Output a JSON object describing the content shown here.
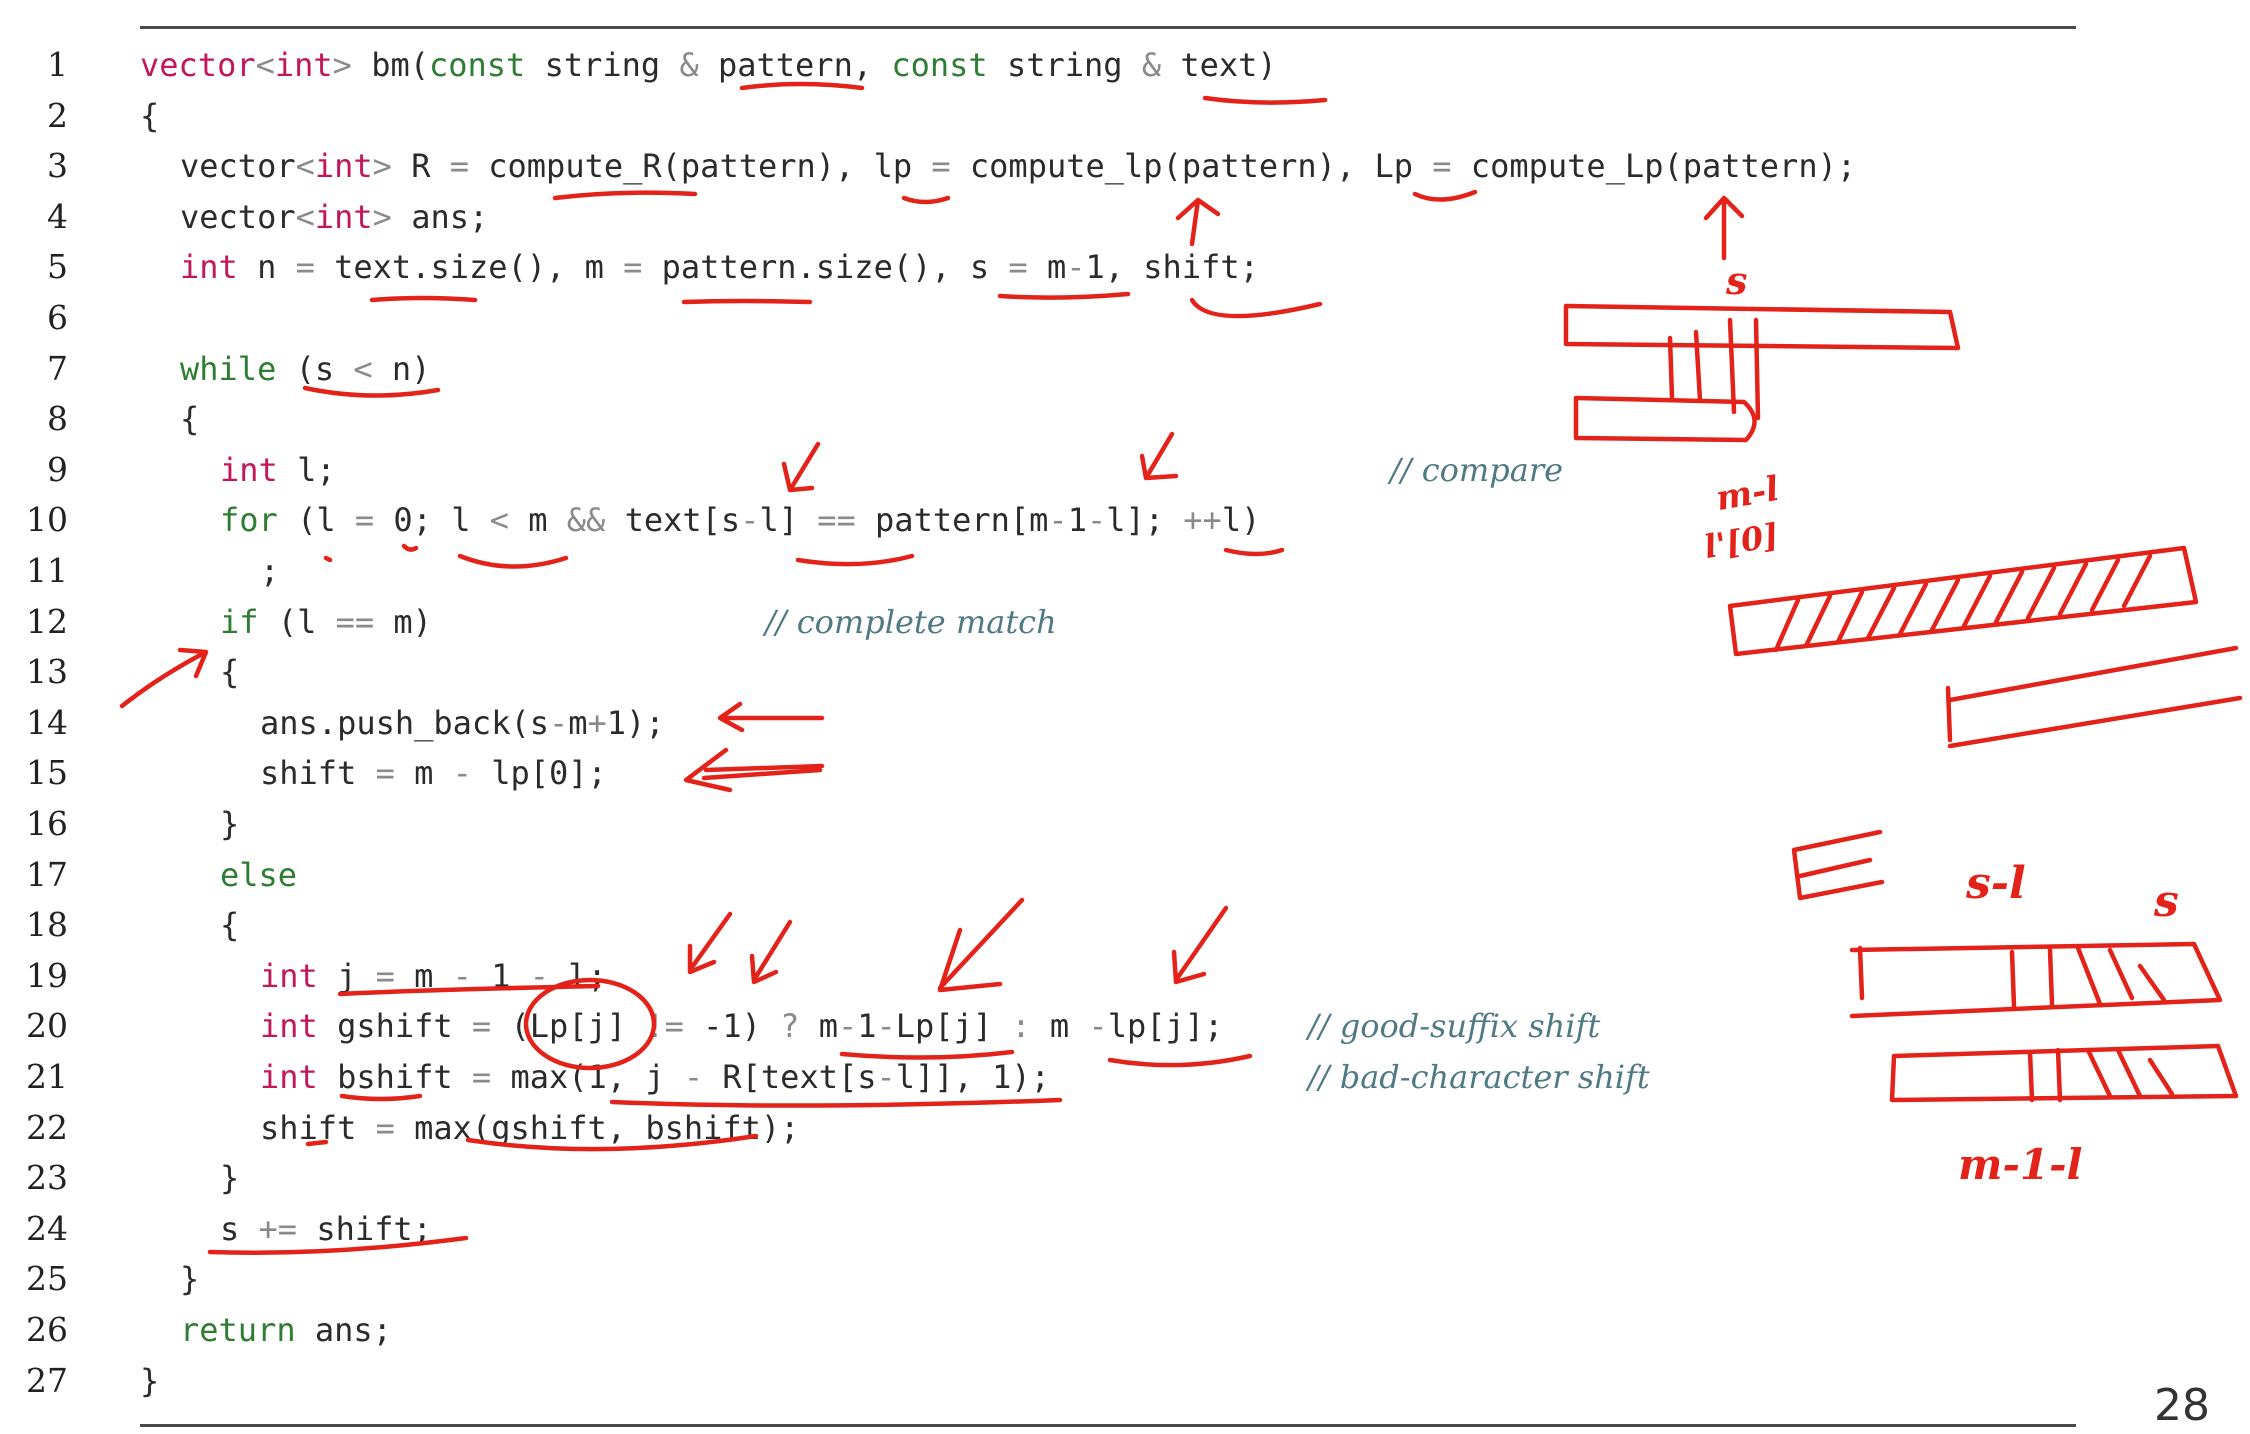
{
  "lines": [
    {
      "n": "1",
      "indent": 0,
      "tokens": [
        [
          "ty",
          "vector"
        ],
        [
          "op",
          "<"
        ],
        [
          "ty",
          "int"
        ],
        [
          "op",
          "> "
        ],
        [
          "",
          "bm("
        ],
        [
          "kw",
          "const"
        ],
        [
          "",
          " string "
        ],
        [
          "op",
          "& "
        ],
        [
          "",
          "pattern, "
        ],
        [
          "kw",
          "const"
        ],
        [
          "",
          " string "
        ],
        [
          "op",
          "& "
        ],
        [
          "",
          "text)"
        ]
      ]
    },
    {
      "n": "2",
      "indent": 0,
      "tokens": [
        [
          "",
          "{"
        ]
      ]
    },
    {
      "n": "3",
      "indent": 1,
      "tokens": [
        [
          "",
          "vector"
        ],
        [
          "op",
          "<"
        ],
        [
          "ty",
          "int"
        ],
        [
          "op",
          "> "
        ],
        [
          "",
          "R "
        ],
        [
          "op",
          "= "
        ],
        [
          "",
          "compute_R(pattern), lp "
        ],
        [
          "op",
          "= "
        ],
        [
          "",
          "compute_lp(pattern), Lp "
        ],
        [
          "op",
          "= "
        ],
        [
          "",
          "compute_Lp(pattern);"
        ]
      ]
    },
    {
      "n": "4",
      "indent": 1,
      "tokens": [
        [
          "",
          "vector"
        ],
        [
          "op",
          "<"
        ],
        [
          "ty",
          "int"
        ],
        [
          "op",
          "> "
        ],
        [
          "",
          "ans;"
        ]
      ]
    },
    {
      "n": "5",
      "indent": 1,
      "tokens": [
        [
          "ty",
          "int"
        ],
        [
          "",
          " n "
        ],
        [
          "op",
          "= "
        ],
        [
          "",
          "text.size(), m "
        ],
        [
          "op",
          "= "
        ],
        [
          "",
          "pattern.size(), s "
        ],
        [
          "op",
          "= "
        ],
        [
          "",
          "m"
        ],
        [
          "op",
          "-"
        ],
        [
          "",
          "1, shift;"
        ]
      ]
    },
    {
      "n": "6",
      "indent": 0,
      "tokens": []
    },
    {
      "n": "7",
      "indent": 1,
      "tokens": [
        [
          "kw",
          "while"
        ],
        [
          "",
          " (s "
        ],
        [
          "op",
          "< "
        ],
        [
          "",
          "n)"
        ]
      ]
    },
    {
      "n": "8",
      "indent": 1,
      "tokens": [
        [
          "",
          "{"
        ]
      ]
    },
    {
      "n": "9",
      "indent": 2,
      "tokens": [
        [
          "ty",
          "int"
        ],
        [
          "",
          " l;"
        ]
      ]
    },
    {
      "n": "10",
      "indent": 2,
      "tokens": [
        [
          "kw",
          "for"
        ],
        [
          "",
          " (l "
        ],
        [
          "op",
          "= "
        ],
        [
          "",
          "0; l "
        ],
        [
          "op",
          "< "
        ],
        [
          "",
          "m "
        ],
        [
          "op",
          "&& "
        ],
        [
          "",
          "text[s"
        ],
        [
          "op",
          "-"
        ],
        [
          "",
          "l] "
        ],
        [
          "op",
          "== "
        ],
        [
          "",
          "pattern[m"
        ],
        [
          "op",
          "-"
        ],
        [
          "",
          "1"
        ],
        [
          "op",
          "-"
        ],
        [
          "",
          "l]; "
        ],
        [
          "op",
          "++"
        ],
        [
          "",
          "l)"
        ]
      ]
    },
    {
      "n": "11",
      "indent": 3,
      "tokens": [
        [
          "",
          ";"
        ]
      ]
    },
    {
      "n": "12",
      "indent": 2,
      "tokens": [
        [
          "kw",
          "if"
        ],
        [
          "",
          " (l "
        ],
        [
          "op",
          "== "
        ],
        [
          "",
          "m)"
        ]
      ]
    },
    {
      "n": "13",
      "indent": 2,
      "tokens": [
        [
          "",
          "{"
        ]
      ]
    },
    {
      "n": "14",
      "indent": 3,
      "tokens": [
        [
          "",
          "ans.push_back(s"
        ],
        [
          "op",
          "-"
        ],
        [
          "",
          "m"
        ],
        [
          "op",
          "+"
        ],
        [
          "",
          "1);"
        ]
      ]
    },
    {
      "n": "15",
      "indent": 3,
      "tokens": [
        [
          "",
          "shift "
        ],
        [
          "op",
          "= "
        ],
        [
          "",
          "m "
        ],
        [
          "op",
          "- "
        ],
        [
          "",
          "lp[0];"
        ]
      ]
    },
    {
      "n": "16",
      "indent": 2,
      "tokens": [
        [
          "",
          "}"
        ]
      ]
    },
    {
      "n": "17",
      "indent": 2,
      "tokens": [
        [
          "kw",
          "else"
        ]
      ]
    },
    {
      "n": "18",
      "indent": 2,
      "tokens": [
        [
          "",
          "{"
        ]
      ]
    },
    {
      "n": "19",
      "indent": 3,
      "tokens": [
        [
          "ty",
          "int"
        ],
        [
          "",
          " j "
        ],
        [
          "op",
          "= "
        ],
        [
          "",
          "m "
        ],
        [
          "op",
          "- "
        ],
        [
          "",
          "1 "
        ],
        [
          "op",
          "- "
        ],
        [
          "",
          "l;"
        ]
      ]
    },
    {
      "n": "20",
      "indent": 3,
      "tokens": [
        [
          "ty",
          "int"
        ],
        [
          "",
          " gshift "
        ],
        [
          "op",
          "= "
        ],
        [
          "",
          "(Lp[j] "
        ],
        [
          "op",
          "!= "
        ],
        [
          "",
          "-1) "
        ],
        [
          "op",
          "? "
        ],
        [
          "",
          "m"
        ],
        [
          "op",
          "-"
        ],
        [
          "",
          "1"
        ],
        [
          "op",
          "-"
        ],
        [
          "",
          "Lp[j] "
        ],
        [
          "op",
          ": "
        ],
        [
          "",
          "m "
        ],
        [
          "op",
          "-"
        ],
        [
          "",
          "lp[j];"
        ]
      ]
    },
    {
      "n": "21",
      "indent": 3,
      "tokens": [
        [
          "ty",
          "int"
        ],
        [
          "",
          " bshift "
        ],
        [
          "op",
          "= "
        ],
        [
          "",
          "max(1, j "
        ],
        [
          "op",
          "- "
        ],
        [
          "",
          "R[text[s"
        ],
        [
          "op",
          "-"
        ],
        [
          "",
          "l]], 1);"
        ]
      ]
    },
    {
      "n": "22",
      "indent": 3,
      "tokens": [
        [
          "",
          "shift "
        ],
        [
          "op",
          "= "
        ],
        [
          "",
          "max(gshift, bshift);"
        ]
      ]
    },
    {
      "n": "23",
      "indent": 2,
      "tokens": [
        [
          "",
          "}"
        ]
      ]
    },
    {
      "n": "24",
      "indent": 2,
      "tokens": [
        [
          "",
          "s "
        ],
        [
          "op",
          "+= "
        ],
        [
          "",
          "shift;"
        ]
      ]
    },
    {
      "n": "25",
      "indent": 1,
      "tokens": [
        [
          "",
          "}"
        ]
      ]
    },
    {
      "n": "26",
      "indent": 1,
      "tokens": [
        [
          "kw",
          "return"
        ],
        [
          "",
          " ans;"
        ]
      ]
    },
    {
      "n": "27",
      "indent": 0,
      "tokens": [
        [
          "",
          "}"
        ]
      ]
    }
  ],
  "comments": [
    {
      "line": 9,
      "text": "// compare",
      "col": 1390
    },
    {
      "line": 12,
      "text": "// complete match",
      "col": 765
    },
    {
      "line": 20,
      "text": "// good-suffix shift",
      "col": 1308
    },
    {
      "line": 21,
      "text": "// bad-character shift",
      "col": 1308
    }
  ],
  "handwriting": {
    "s_top": "s",
    "m_minus": "m-l",
    "l_prime": "l'[0]",
    "s_l": "s-l",
    "s_bottom": "s",
    "m1l": "m-1-l"
  },
  "page_number": "28",
  "colors": {
    "keyword": "#2e7d32",
    "type": "#c2185b",
    "comment": "#4f7a84",
    "ink": "#e32219"
  }
}
